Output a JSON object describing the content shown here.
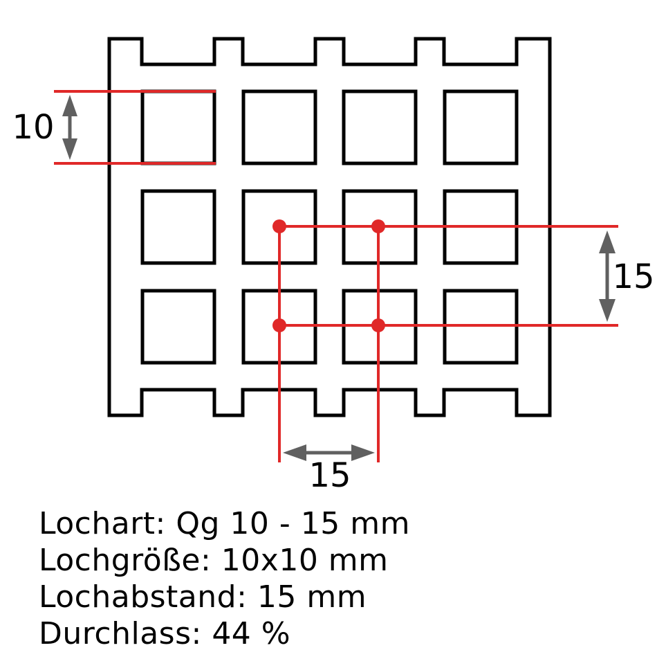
{
  "colors": {
    "outline": "#000000",
    "dimension_red": "#e02828",
    "arrow_gray": "#606060",
    "background": "#ffffff"
  },
  "dimensions": {
    "hole_size": "10",
    "pitch_vertical": "15",
    "pitch_horizontal": "15"
  },
  "specs": [
    {
      "label": "Lochart",
      "value": "Qg 10 - 15 mm",
      "text": "Lochart: Qg 10 - 15 mm"
    },
    {
      "label": "Lochgröße",
      "value": "10x10 mm",
      "text": "Lochgröße: 10x10 mm"
    },
    {
      "label": "Lochabstand",
      "value": "15 mm",
      "text": "Lochabstand: 15 mm"
    },
    {
      "label": "Durchlass",
      "value": "44 %",
      "text": "Durchlass: 44 %"
    }
  ]
}
